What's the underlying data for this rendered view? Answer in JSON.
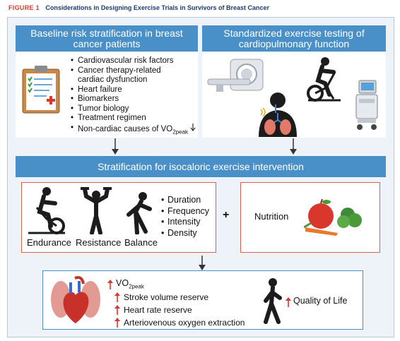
{
  "figure": {
    "label": "FIGURE 1",
    "title": "Considerations in Designing Exercise Trials in Survivors of Breast Cancer"
  },
  "baseline": {
    "heading": "Baseline risk stratification in breast cancer patients",
    "items": [
      "Cardiovascular risk factors",
      "Cancer therapy-related",
      "cardiac dysfunction",
      "Heart failure",
      "Biomarkers",
      "Tumor biology",
      "Treatment regimen"
    ],
    "last_item": "Non-cardiac causes of VO",
    "last_item_sub": "2peak"
  },
  "testing": {
    "heading": "Standardized exercise testing of cardiopulmonary function"
  },
  "stratification": {
    "label": "Stratification for isocaloric exercise intervention"
  },
  "intervention": {
    "endurance": "Endurance",
    "resistance": "Resistance",
    "balance": "Balance",
    "dimensions": [
      "Duration",
      "Frequency",
      "Intensity",
      "Density"
    ],
    "plus": "+",
    "nutrition": "Nutrition"
  },
  "outcomes": {
    "vo2": "VO",
    "vo2_sub": "2peak",
    "items": [
      "Stroke volume reserve",
      "Heart rate reserve",
      "Arteriovenous oxygen extraction"
    ],
    "quality": "Quality of Life"
  },
  "icons": [
    "clipboard-icon",
    "mri-scanner-icon",
    "cyclist-icon",
    "ecg-machine-icon",
    "lungs-icon",
    "dumbbell-icon",
    "heart-icon",
    "walking-person-icon",
    "food-icon"
  ],
  "colors": {
    "header_blue": "#4a90c8",
    "accent_red": "#d9624f",
    "frame_bg": "#eef3f9",
    "figure_label": "#d43a2f"
  }
}
